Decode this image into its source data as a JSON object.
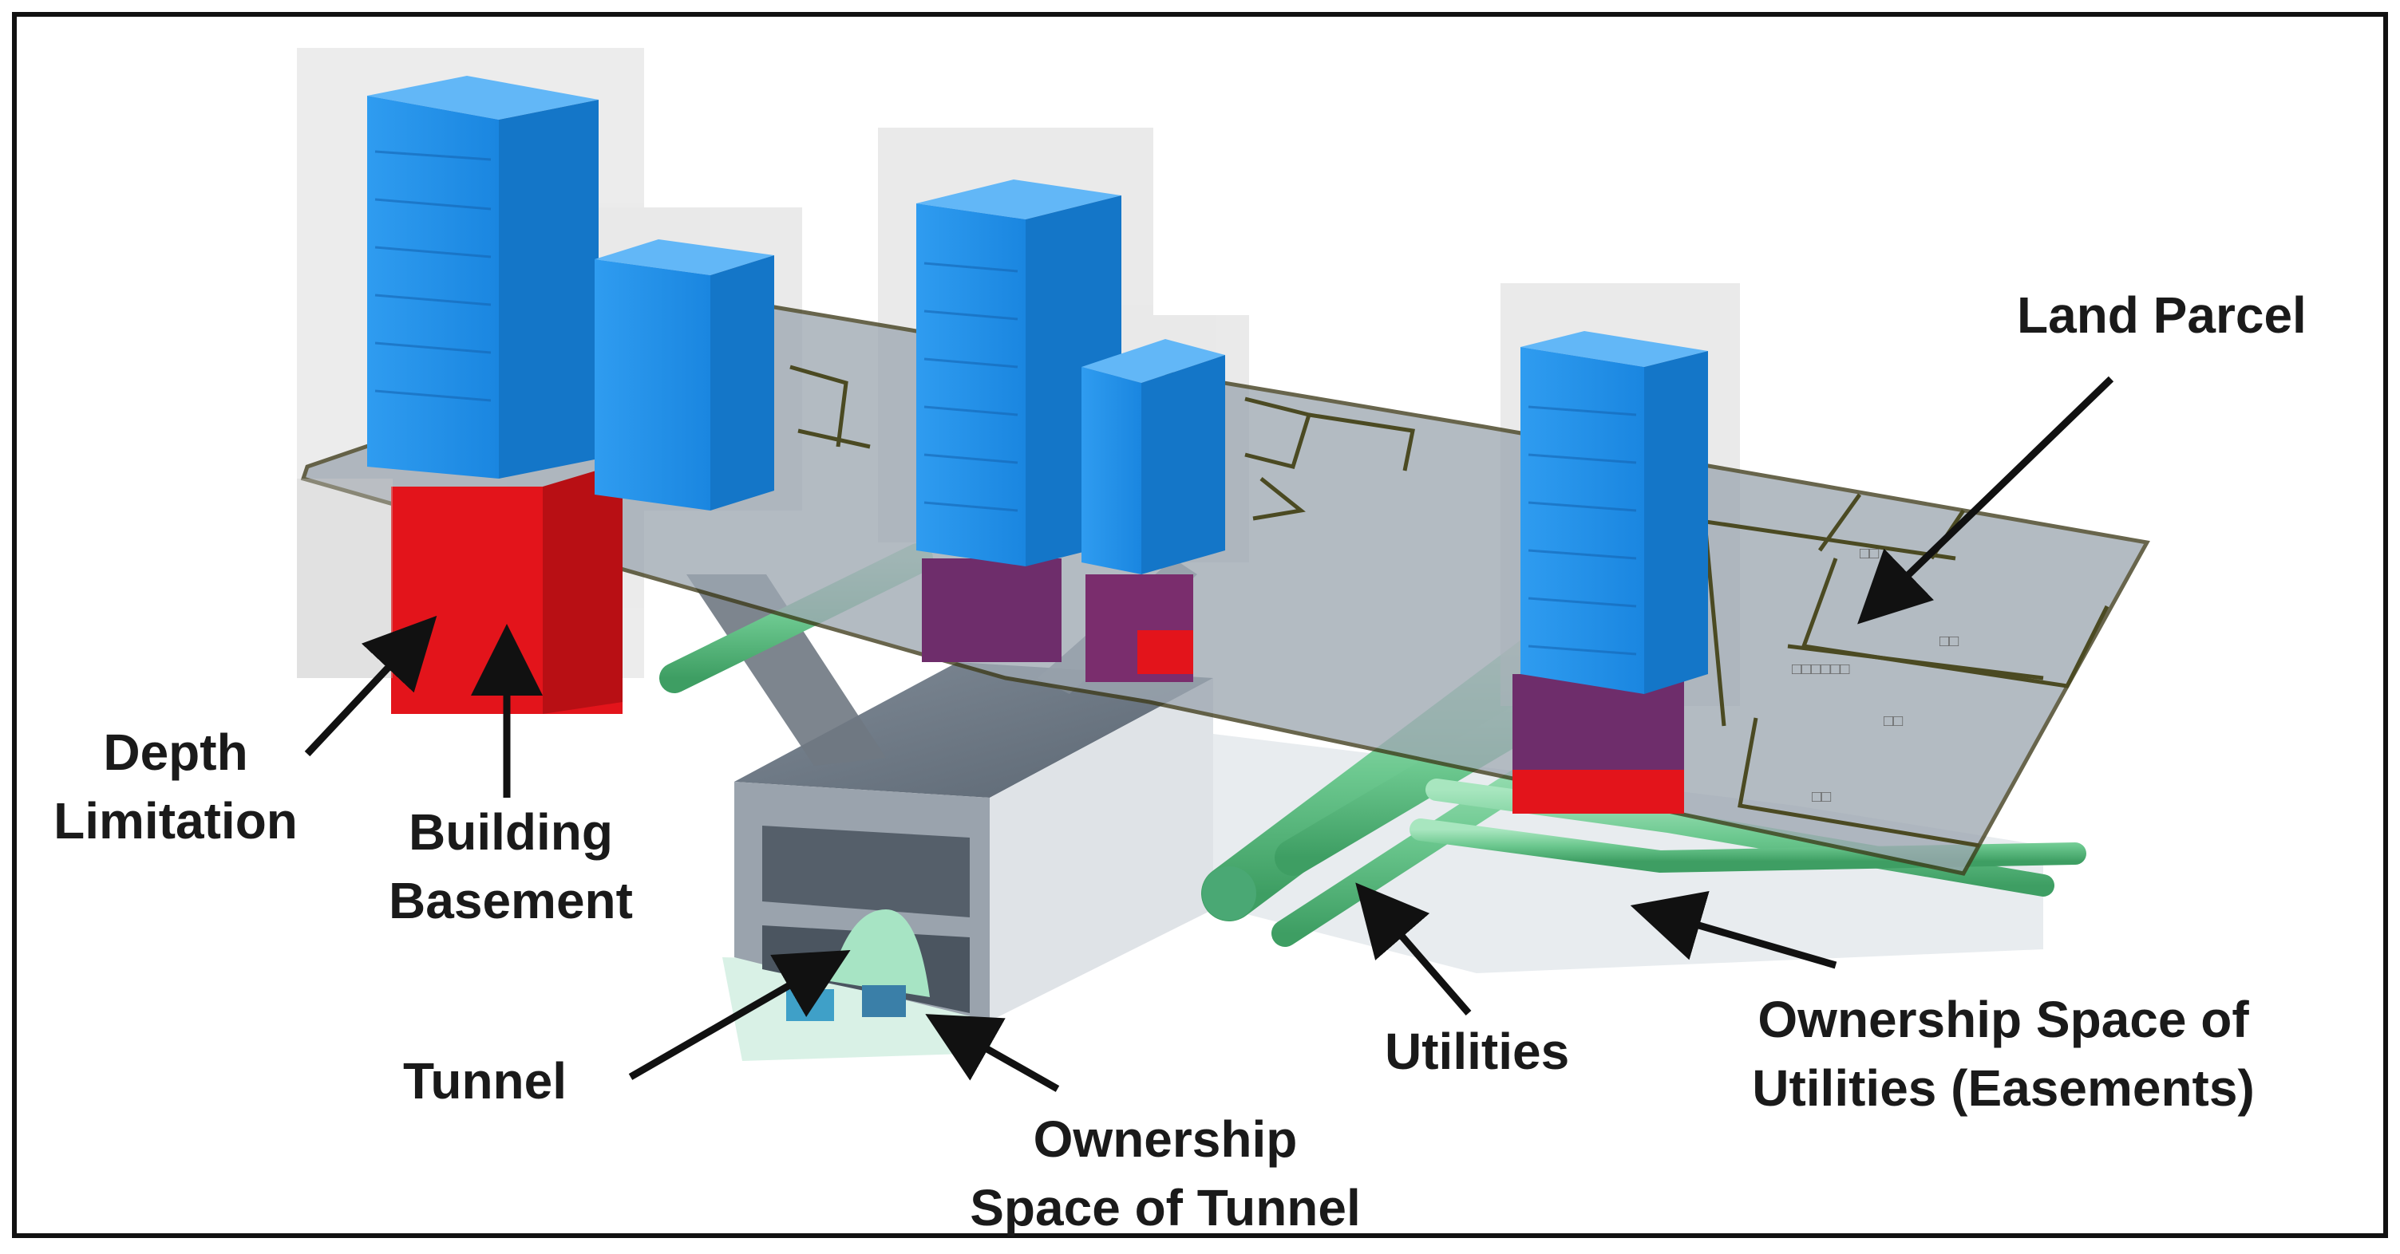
{
  "labels": {
    "land_parcel": "Land Parcel",
    "depth_limitation": [
      "Depth",
      "Limitation"
    ],
    "building_basement": [
      "Building",
      "Basement"
    ],
    "tunnel": "Tunnel",
    "ownership_tunnel": [
      "Ownership",
      "Space of Tunnel"
    ],
    "utilities": "Utilities",
    "ownership_utilities": [
      "Ownership Space of",
      "Utilities (Easements)"
    ]
  },
  "colors": {
    "building": "#1f8ee8",
    "basement": "#e3141b",
    "basement_purple": "#6e2d6b",
    "utilities": "#7fd3a0",
    "parcel": "#8f9aa6",
    "tunnel": "#9aa3ad",
    "arrow": "#111111"
  }
}
